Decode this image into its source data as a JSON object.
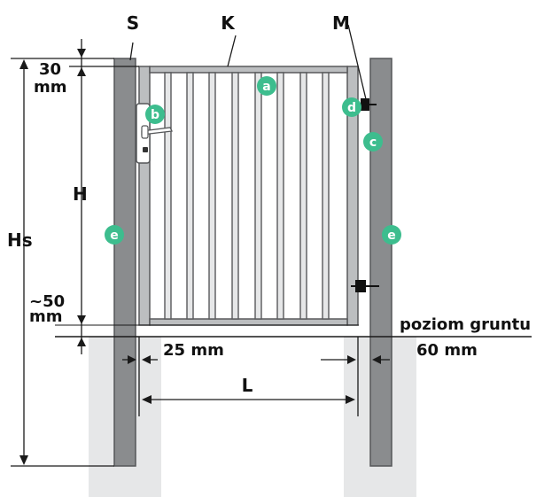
{
  "colors": {
    "post": "#8a8c8e",
    "post_stroke": "#555759",
    "frame": "#bcbec0",
    "frame_stroke": "#58595b",
    "ground": "#e6e7e8",
    "badge": "#3dbd8e",
    "line": "#1a1a1a"
  },
  "labels": {
    "s": "S",
    "k": "K",
    "m": "M",
    "h": "H",
    "hs": "Hs",
    "l": "L",
    "dim_30_value": "30",
    "dim_30_unit": "mm",
    "dim_50_value": "~50",
    "dim_50_unit": "mm",
    "dim_25": "25 mm",
    "dim_60": "60 mm",
    "ground_level": "poziom gruntu"
  },
  "badges": {
    "a": "a",
    "b": "b",
    "c": "c",
    "d": "d",
    "e_left": "e",
    "e_right": "e"
  },
  "icons": {
    "handle": "door-handle-icon",
    "hinge": "hinge-icon"
  }
}
